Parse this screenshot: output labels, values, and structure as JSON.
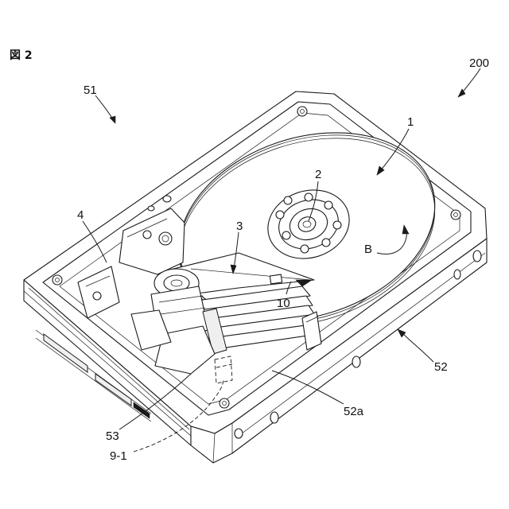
{
  "figure": {
    "title": "図 2"
  },
  "labels": {
    "l200": "200",
    "l51": "51",
    "l1": "1",
    "l2": "2",
    "l3": "3",
    "l4": "4",
    "lB": "B",
    "l10": "10",
    "l52": "52",
    "l52a": "52a",
    "l53": "53",
    "l91": "9-1"
  }
}
